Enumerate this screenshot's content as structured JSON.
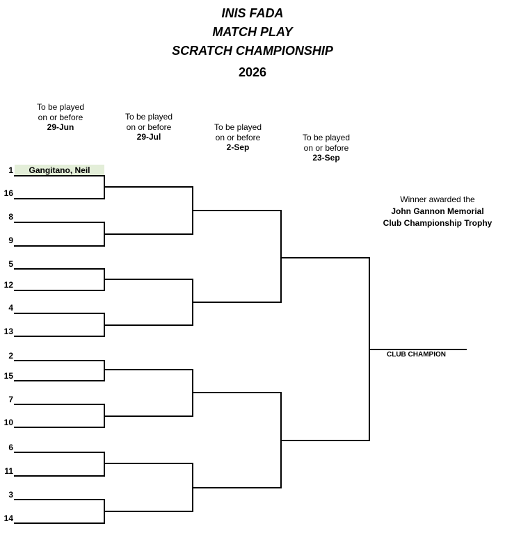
{
  "title_lines": [
    "INIS FADA",
    "MATCH PLAY",
    "SCRATCH CHAMPIONSHIP"
  ],
  "year": "2026",
  "rounds": [
    {
      "line1": "To be played",
      "line2": "on or before",
      "date": "29-Jun"
    },
    {
      "line1": "To be played",
      "line2": "on or before",
      "date": "29-Jul"
    },
    {
      "line1": "To be played",
      "line2": "on or before",
      "date": "2-Sep"
    },
    {
      "line1": "To be played",
      "line2": "on or before",
      "date": "23-Sep"
    }
  ],
  "seeds": [
    "1",
    "16",
    "8",
    "9",
    "5",
    "12",
    "4",
    "13",
    "2",
    "15",
    "7",
    "10",
    "6",
    "11",
    "3",
    "14"
  ],
  "players": {
    "slot_1": "Gangitano, Neil"
  },
  "trophy": {
    "line1": "Winner awarded the",
    "line2": "John Gannon Memorial",
    "line3": "Club Championship Trophy"
  },
  "champion_label": "CLUB CHAMPION",
  "colors": {
    "line": "#000000",
    "winner_highlight": "#e3eed8"
  }
}
